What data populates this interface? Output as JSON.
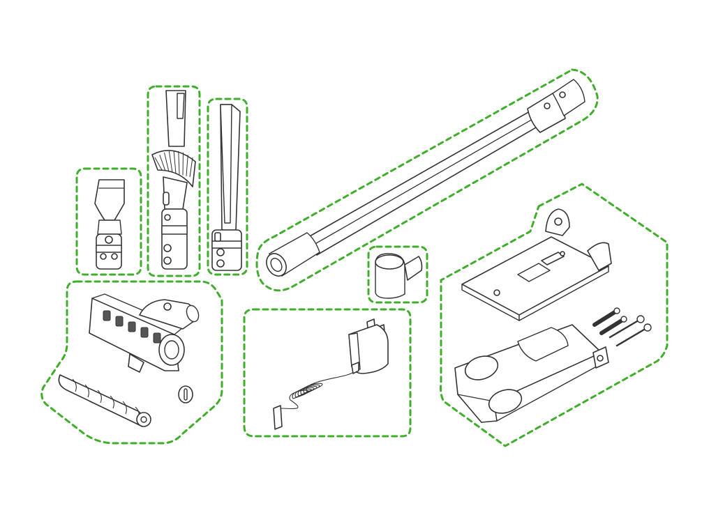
{
  "diagram": {
    "kind": "vacuum-accessories-in-box",
    "colors": {
      "group_outline": "#3fae2a",
      "part_stroke": "#333333",
      "part_shade": "#d9d9d9",
      "part_dark": "#555555",
      "background": "#ffffff"
    },
    "groups": [
      {
        "part": "wide-nozzle-tool"
      },
      {
        "part": "brush-crevice-tool"
      },
      {
        "part": "crevice-tool"
      },
      {
        "part": "extension-wand"
      },
      {
        "part": "wand-clip"
      },
      {
        "part": "power-adapter"
      },
      {
        "part": "floor-brush-head-with-roller"
      },
      {
        "part": "wall-dock-and-mounting-kit"
      }
    ]
  }
}
